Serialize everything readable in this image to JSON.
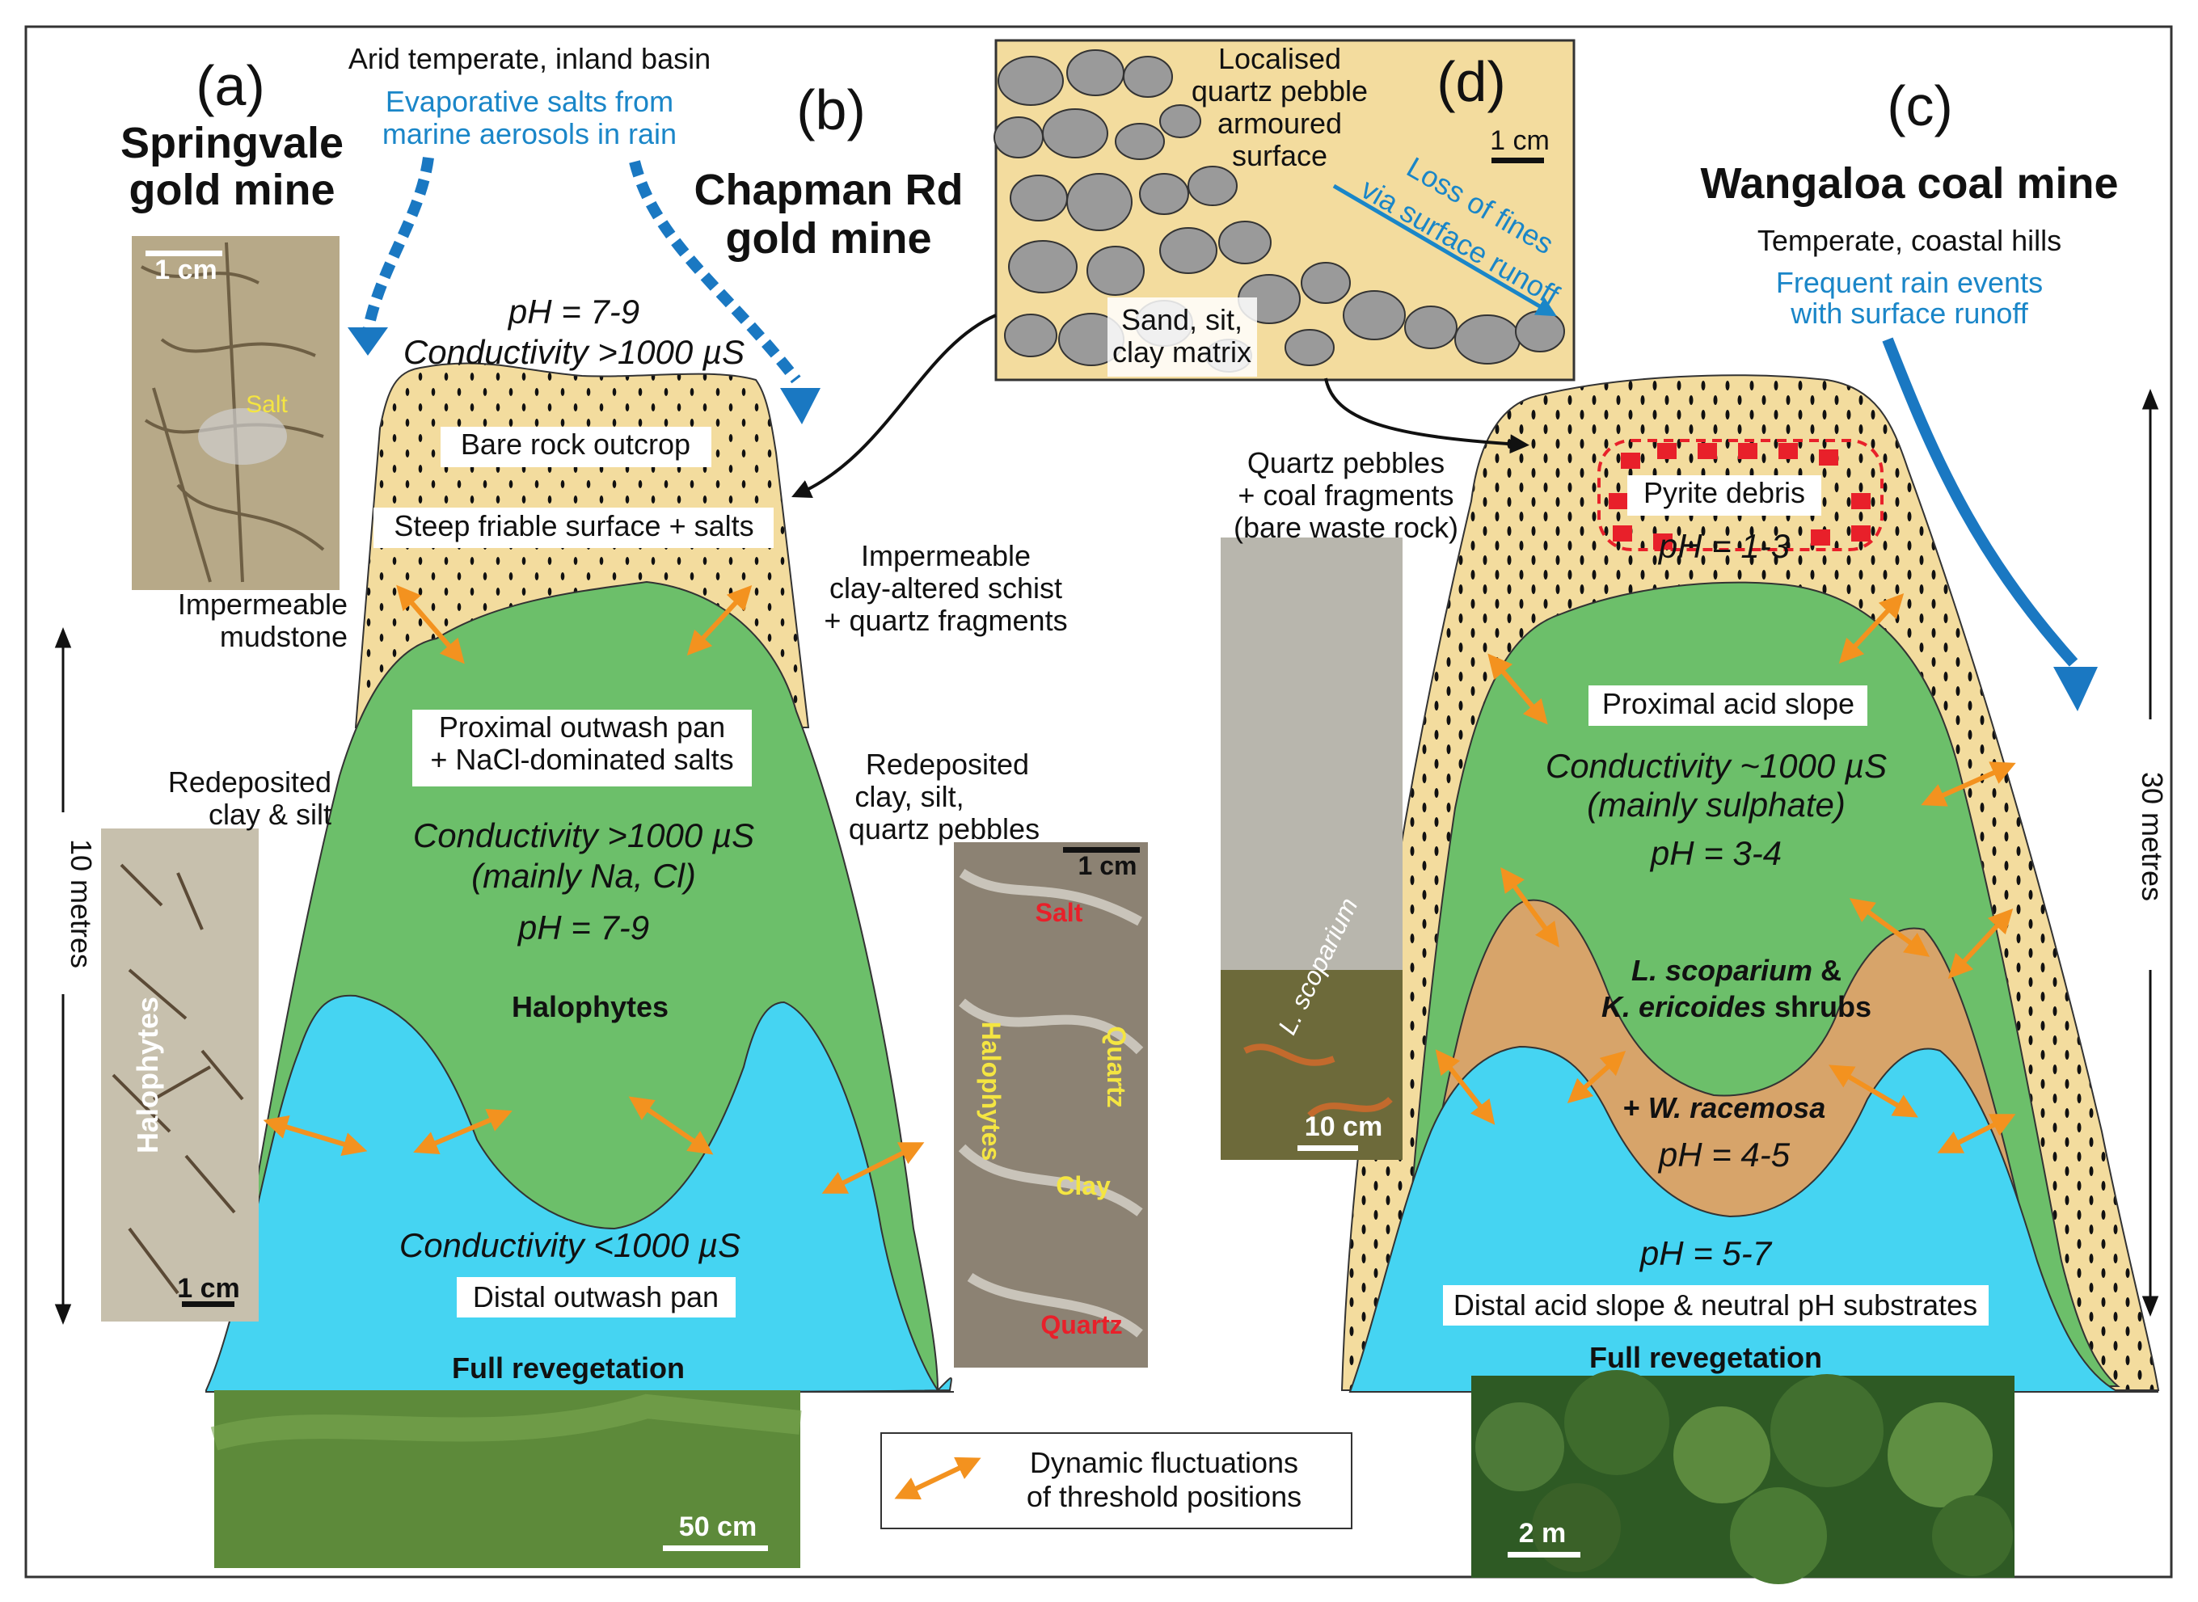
{
  "panel_a": {
    "letter": "(a)",
    "title_line1": "Springvale",
    "title_line2": "gold mine",
    "climate": "Arid temperate, inland basin",
    "salt_line1": "Evaporative salts from",
    "salt_line2": "marine aerosols in rain",
    "photo_scale": "1 cm",
    "photo_salt_label": "Salt",
    "impermeable_line1": "Impermeable",
    "impermeable_line2": "mudstone",
    "redeposited_line1": "Redeposited",
    "redeposited_line2": "clay & silt",
    "halophyte_photo_label": "Halophytes",
    "halophyte_photo_scale": "1 cm",
    "height_label": "10 metres"
  },
  "panel_b": {
    "letter": "(b)",
    "title_line1": "Chapman Rd",
    "title_line2": "gold mine",
    "top_ph": "pH = 7-9",
    "top_conductivity": "Conductivity >1000 µS",
    "bare_rock": "Bare rock outcrop",
    "steep_surface": "Steep friable surface + salts",
    "impermeable_line1": "Impermeable",
    "impermeable_line2": "clay-altered schist",
    "impermeable_line3": "+ quartz fragments",
    "proximal_line1": "Proximal outwash pan",
    "proximal_line2": "+ NaCl-dominated salts",
    "green_conductivity": "Conductivity >1000 µS",
    "green_ions": "(mainly Na, Cl)",
    "green_ph": "pH = 7-9",
    "halophytes": "Halophytes",
    "blue_conductivity": "Conductivity <1000 µS",
    "distal": "Distal outwash pan",
    "full_reveg": "Full revegetation",
    "reveg_scale": "50 cm",
    "redep_line1": "Redeposited",
    "redep_line2": "clay, silt,",
    "redep_line3": "quartz pebbles",
    "photo_scale": "1 cm",
    "photo_salt": "Salt",
    "photo_halophytes": "Halophytes",
    "photo_quartz1": "Quartz",
    "photo_clay": "Clay",
    "photo_quartz2": "Quartz"
  },
  "panel_d": {
    "letter": "(d)",
    "armour_line1": "Localised",
    "armour_line2": "quartz pebble",
    "armour_line3": "armoured",
    "armour_line4": "surface",
    "scale": "1 cm",
    "loss_line1": "Loss of fines",
    "loss_line2": "via surface runoff",
    "matrix_line1": "Sand, sit,",
    "matrix_line2": "clay matrix"
  },
  "panel_c": {
    "letter": "(c)",
    "title": "Wangaloa coal mine",
    "climate": "Temperate, coastal hills",
    "rain_line1": "Frequent rain events",
    "rain_line2": "with surface runoff",
    "pebbles_line1": "Quartz pebbles",
    "pebbles_line2": "+ coal fragments",
    "pebbles_line3": "(bare waste rock)",
    "photo_species": "L. scoparium",
    "photo_scale": "10 cm",
    "pyrite": "Pyrite debris",
    "pyrite_ph": "pH = 1-3",
    "proximal": "Proximal acid slope",
    "green_conductivity": "Conductivity ~1000 µS",
    "green_ions": "(mainly sulphate)",
    "green_ph": "pH = 3-4",
    "shrubs_line1_species": "L. scoparium",
    "shrubs_line1_amp": " &",
    "shrubs_line2_species": "K. ericoides",
    "shrubs_line2_rest": " shrubs",
    "racemosa_prefix": "+ ",
    "racemosa": "W. racemosa",
    "brown_ph": "pH = 4-5",
    "blue_ph": "pH = 5-7",
    "distal": "Distal acid slope & neutral pH substrates",
    "full_reveg": "Full revegetation",
    "reveg_scale": "2 m",
    "height_label": "30 metres"
  },
  "legend": {
    "line1": "Dynamic fluctuations",
    "line2": "of threshold positions"
  },
  "colors": {
    "sand": "#f3dc9e",
    "green": "#6cbf6a",
    "cyan": "#45d4f2",
    "brown": "#d7a46a",
    "orange": "#f3921f",
    "blue_arrow": "#1a78c2",
    "pyrite_red": "#e8202a"
  }
}
